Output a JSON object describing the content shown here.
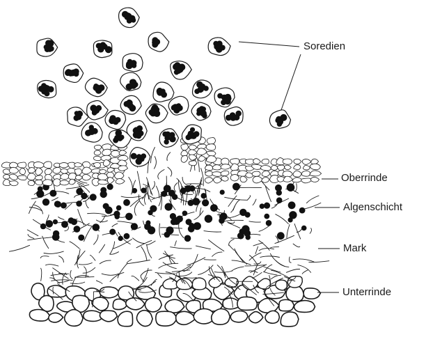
{
  "diagram": {
    "labels": {
      "soredien": "Soredien",
      "oberrinde": "Oberrinde",
      "algenschicht": "Algenschicht",
      "mark": "Mark",
      "unterrinde": "Unterrinde"
    },
    "colors": {
      "ink": "#1a1a1a",
      "paper": "#ffffff",
      "cell_fill": "#ffffff",
      "algae": "#111111"
    }
  }
}
